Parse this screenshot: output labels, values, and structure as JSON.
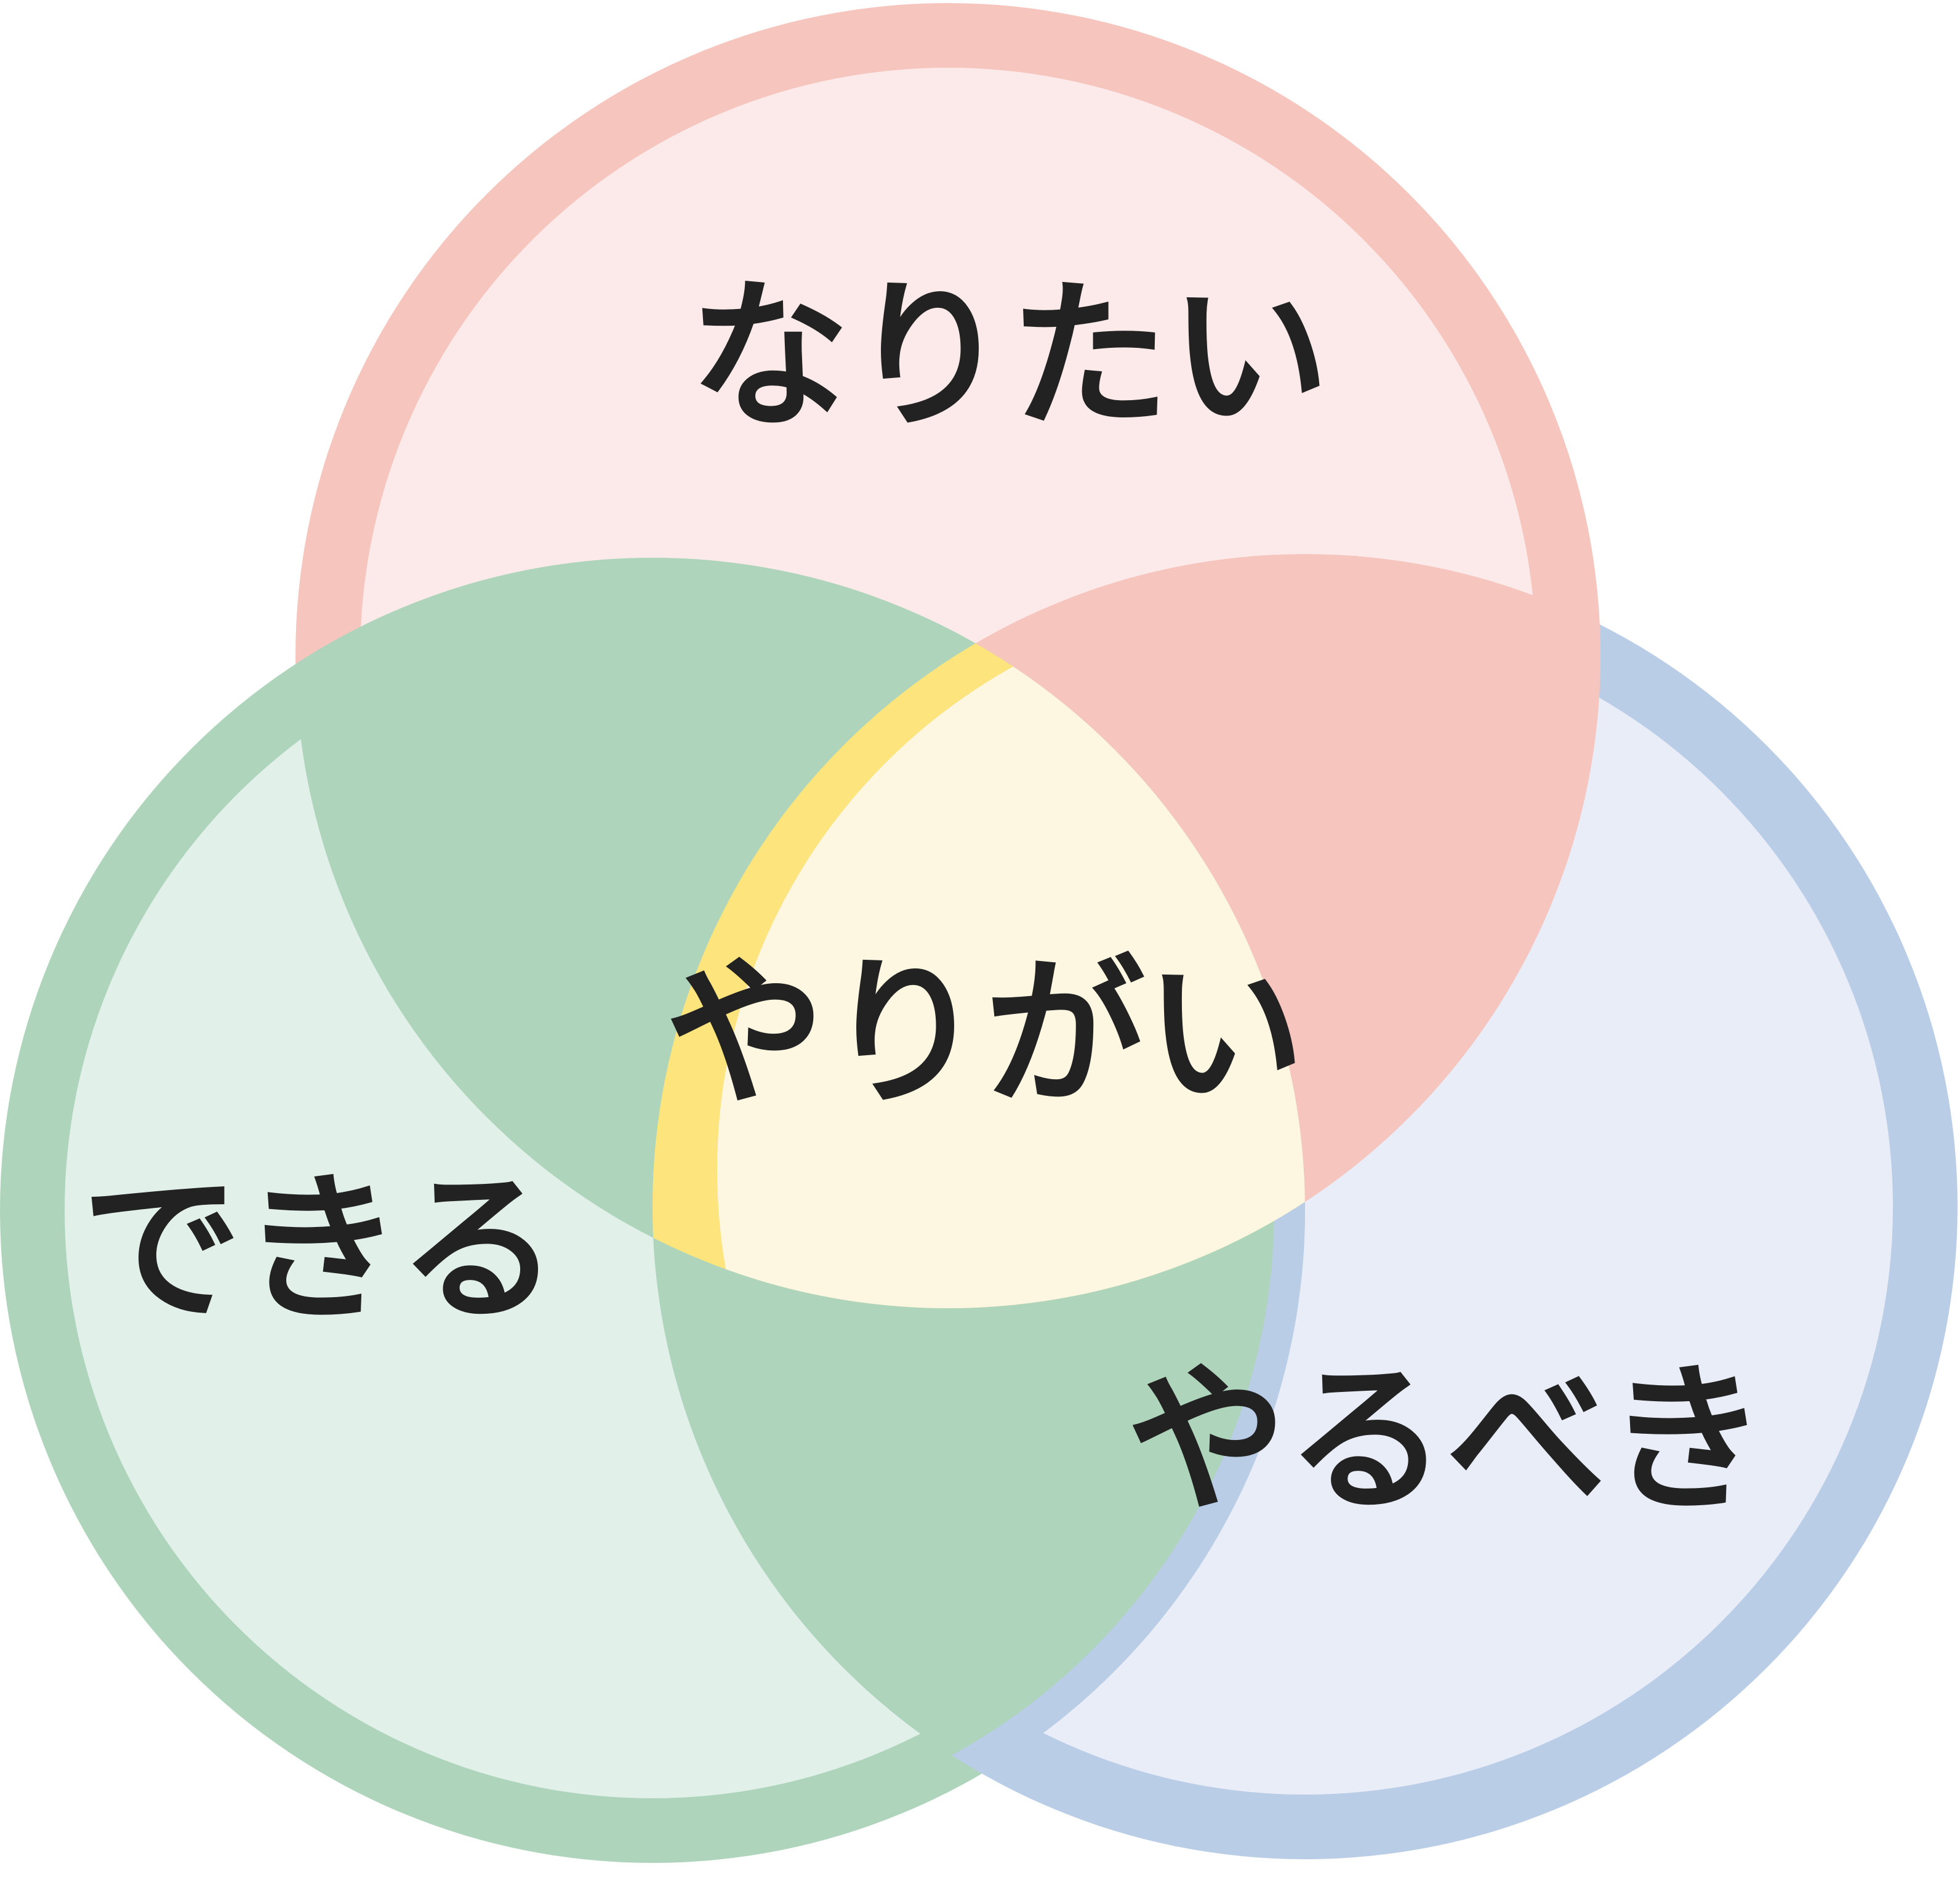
{
  "diagram": {
    "labels": {
      "top": "なりたい",
      "left": "できる",
      "right": "やるべき",
      "center": "やりがい"
    }
  },
  "colors": {
    "top_ring": "#f6c5bd",
    "top_fill": "#fbeae9",
    "left_ring": "#aed5bb",
    "left_fill": "#e2f0ea",
    "right_ring": "#bacde7",
    "right_fill": "#e9edf7",
    "center_ring": "#fde47c",
    "center_fill": "#fdf6e0",
    "text": "#222222",
    "background": "#ffffff"
  }
}
